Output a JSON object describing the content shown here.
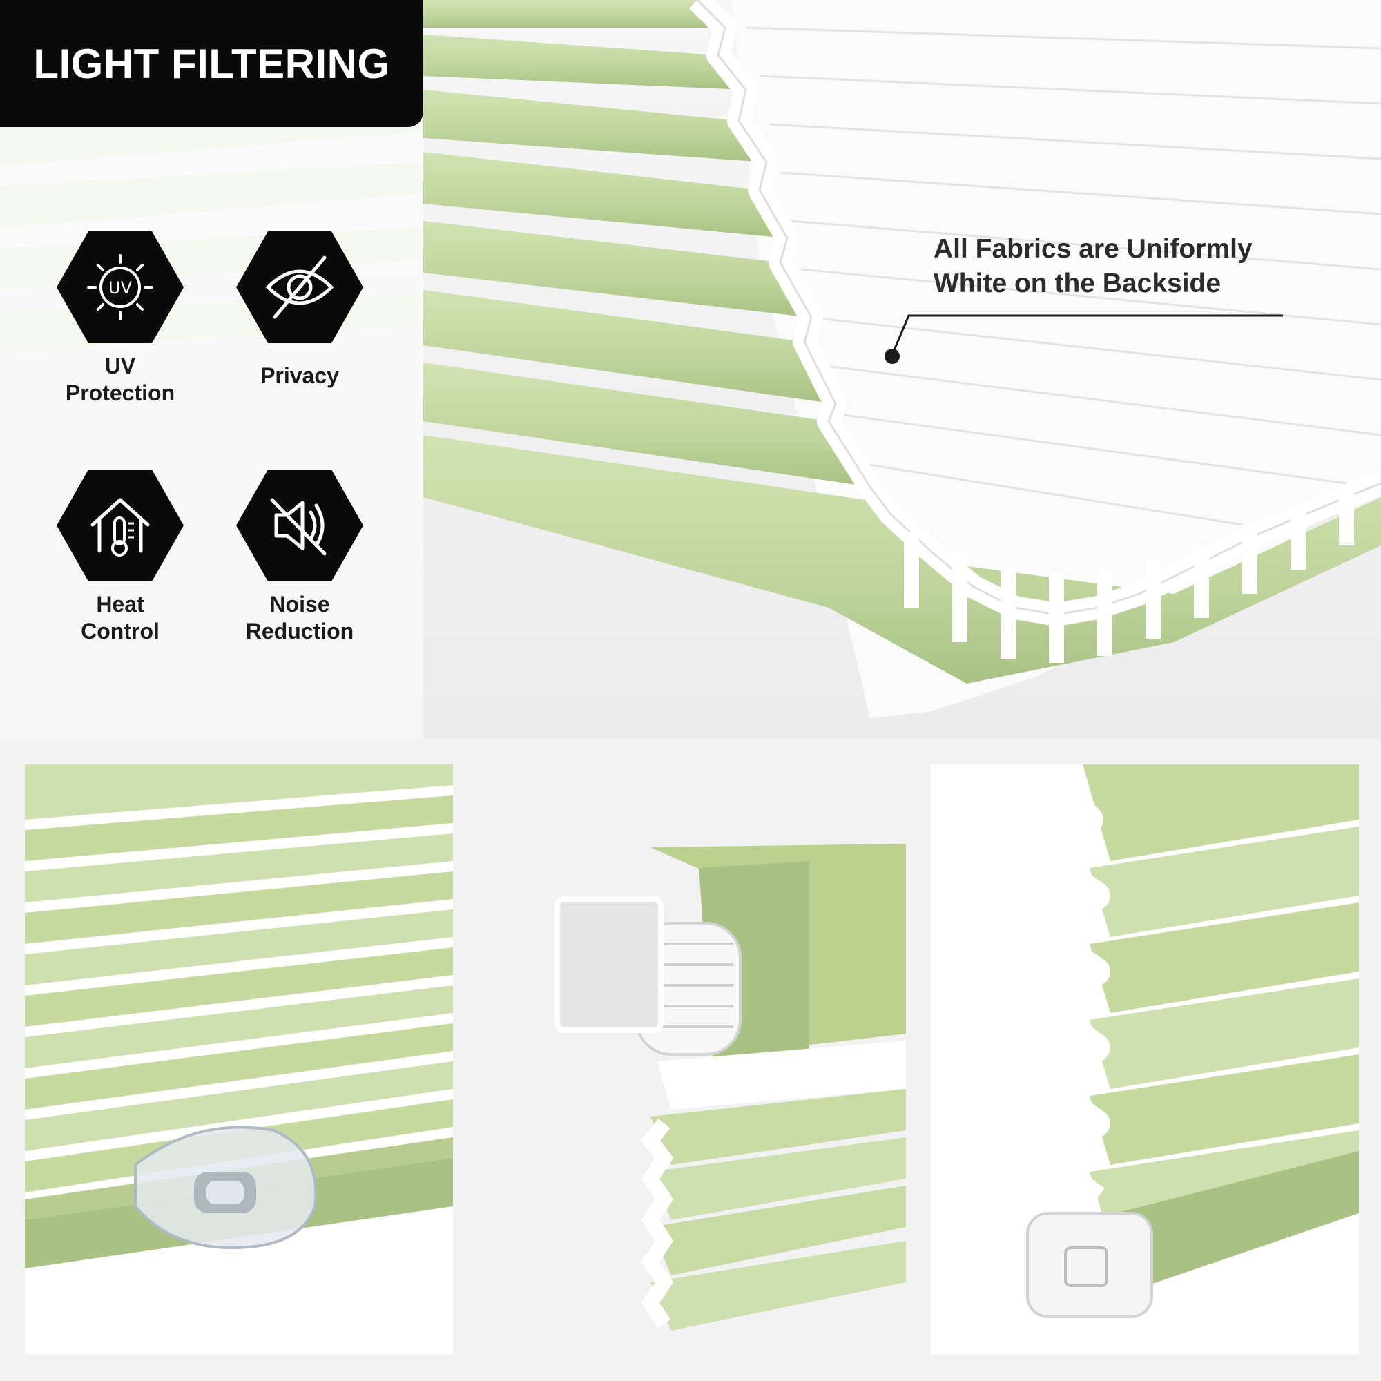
{
  "title": "LIGHT FILTERING",
  "features": [
    {
      "label": "UV\nProtection",
      "icon": "uv-sun-icon",
      "badge_text": "UV"
    },
    {
      "label": "Privacy",
      "icon": "eye-slash-icon"
    },
    {
      "label": "Heat\nControl",
      "icon": "house-thermometer-icon"
    },
    {
      "label": "Noise\nReduction",
      "icon": "speaker-muted-icon"
    }
  ],
  "callout": {
    "text": "All Fabrics are Uniformly\nWhite on the Backside"
  },
  "colors": {
    "sage_green": "#c5d9a3",
    "sage_green_dark": "#a9c283",
    "badge_black": "#0a0a0a",
    "white_fabric": "#ffffff"
  },
  "details": [
    {
      "name": "pleated-shade-with-clear-grip",
      "image": "photo-clear-handle"
    },
    {
      "name": "headrail-tension-mount",
      "image": "photo-headrail-spring"
    },
    {
      "name": "bottom-rail-end-cap",
      "image": "photo-bottom-rail"
    }
  ]
}
